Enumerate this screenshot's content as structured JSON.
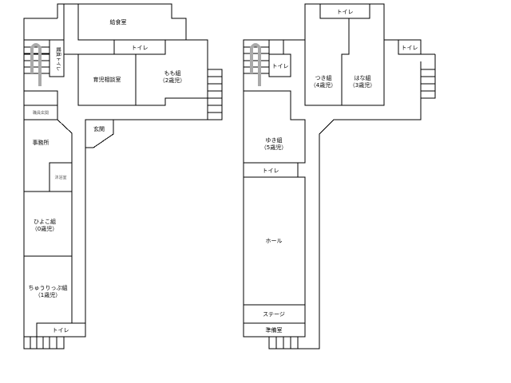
{
  "left_building": {
    "kitchen": "給食室",
    "toilet_top": "トイレ",
    "staff_toilet": "職員トイレ",
    "consultation_room": "育児相談室",
    "momo_class": "もも組",
    "momo_age": "（2歳児）",
    "staff_entrance": "職員玄関",
    "entrance": "玄関",
    "office": "事務所",
    "bath_room": "沐浴室",
    "hiyoko_class": "ひよこ組",
    "hiyoko_age": "（0歳児）",
    "tulip_class": "ちゅうりっぷ組",
    "tulip_age": "（1歳児）",
    "toilet_bottom": "トイレ"
  },
  "right_building": {
    "toilet_top": "トイレ",
    "tsuki_class": "つき組",
    "tsuki_age": "（4歳児）",
    "hana_class": "はな組",
    "hana_age": "（3歳児）",
    "toilet_left": "トイレ",
    "toilet_right": "トイレ",
    "yuki_class": "ゆき組",
    "yuki_age": "（5歳児）",
    "toilet_mid": "トイレ",
    "hall": "ホール",
    "stage": "ステージ",
    "prep_room": "準備室"
  }
}
